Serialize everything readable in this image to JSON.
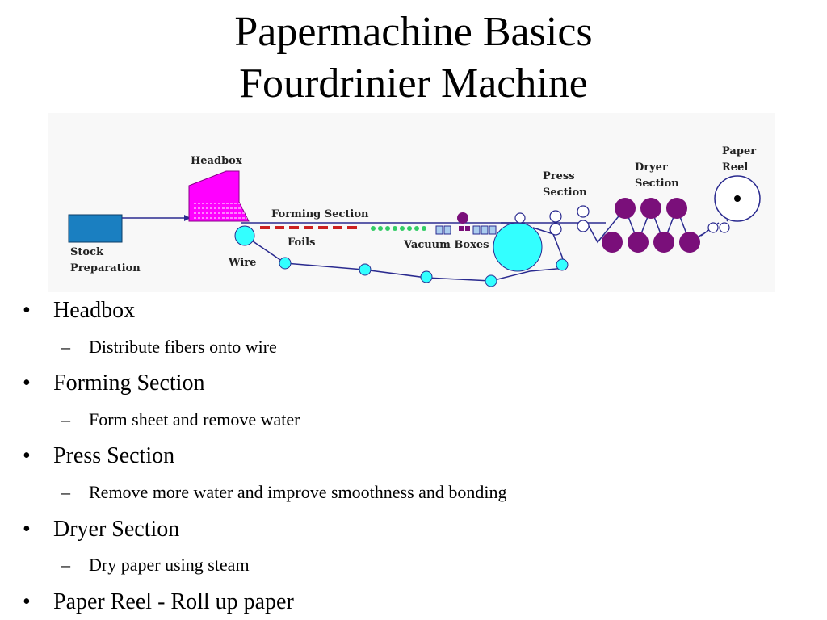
{
  "slide": {
    "title_line1": "Papermachine Basics",
    "title_line2": "Fourdrinier Machine"
  },
  "diagram": {
    "labels": {
      "headbox": "Headbox",
      "forming_section": "Forming Section",
      "foils": "Foils",
      "wire": "Wire",
      "vacuum_boxes": "Vacuum Boxes",
      "stock_line1": "Stock",
      "stock_line2": "Preparation",
      "press_line1": "Press",
      "press_line2": "Section",
      "dryer_line1": "Dryer",
      "dryer_line2": "Section",
      "reel_line1": "Paper",
      "reel_line2": "Reel"
    },
    "colors": {
      "stock_box": "#1a7fc1",
      "headbox": "#ff00ff",
      "rolls": "#33ffff",
      "dryers": "#7a0f7a",
      "wire_line": "#2a2a8f",
      "foils": "#cc2222",
      "vacuum_dots": "#33cc66"
    }
  },
  "bullets": [
    {
      "text": "Headbox",
      "sub": "Distribute fibers onto wire"
    },
    {
      "text": "Forming Section",
      "sub": "Form sheet and remove water"
    },
    {
      "text": "Press Section",
      "sub": "Remove more water and improve smoothness and bonding"
    },
    {
      "text": "Dryer Section",
      "sub": "Dry paper using steam"
    },
    {
      "text": "Paper Reel - Roll up paper",
      "sub": ""
    }
  ],
  "markers": {
    "bullet": "•",
    "dash": "–"
  }
}
